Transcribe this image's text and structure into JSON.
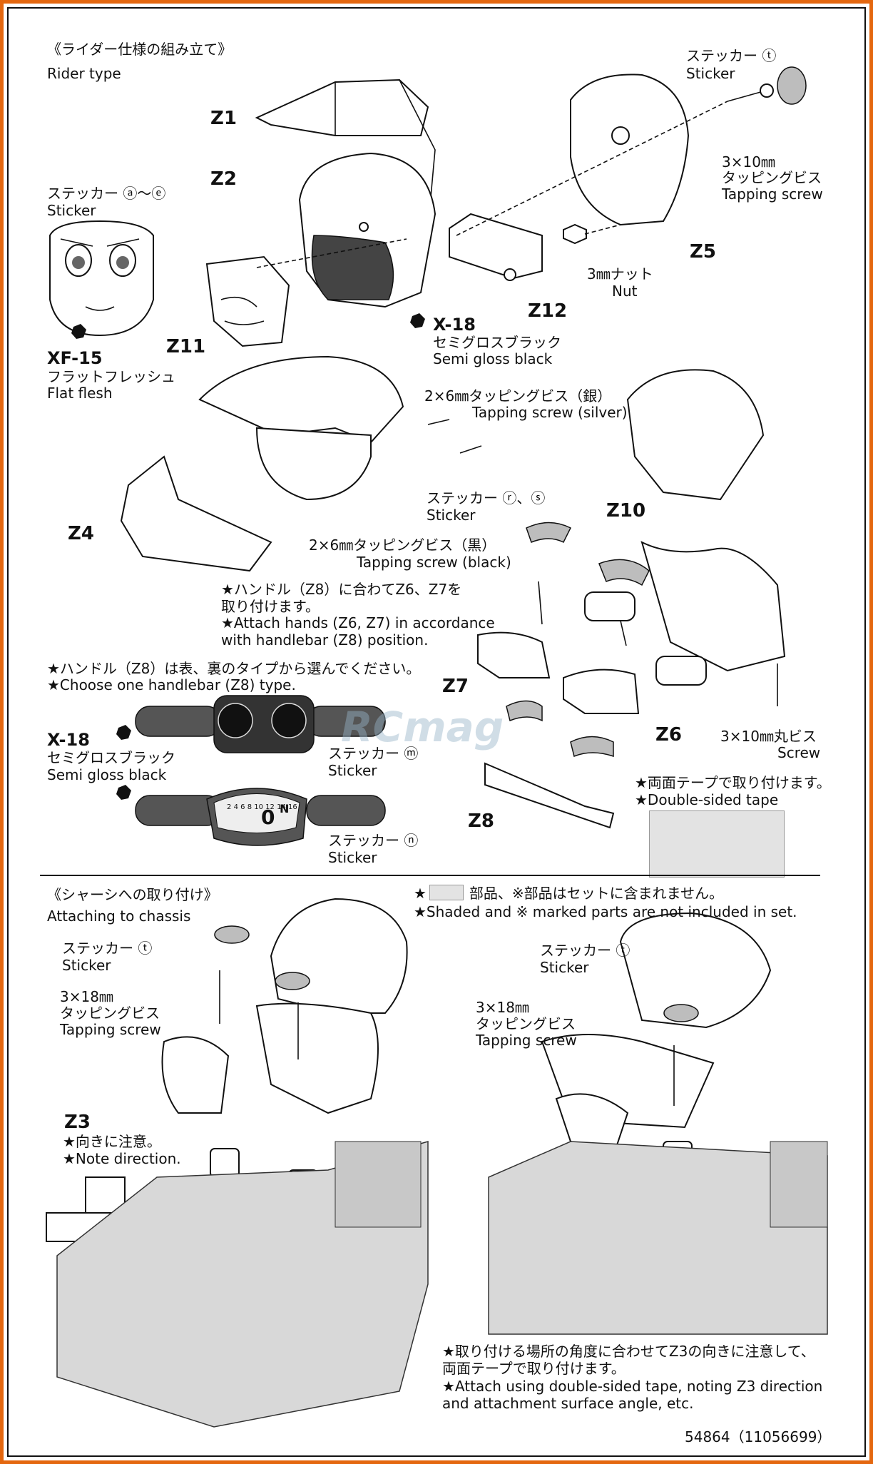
{
  "section1": {
    "title_jp": "《ライダー仕様の組み立て》",
    "title_en": "Rider type"
  },
  "parts": {
    "z1": "Z1",
    "z2": "Z2",
    "z4": "Z4",
    "z5": "Z5",
    "z6": "Z6",
    "z7": "Z7",
    "z8": "Z8",
    "z10": "Z10",
    "z11": "Z11",
    "z12": "Z12",
    "z3": "Z3"
  },
  "labels": {
    "sticker_t_jp": "ステッカー ⓣ",
    "sticker_en": "Sticker",
    "tap10_jp": "3×10㎜",
    "tap10_jp2": "タッピングビス",
    "tap_en": "Tapping screw",
    "sticker_ae_jp": "ステッカー ⓐ～ⓔ",
    "nut_jp": "3㎜ナット",
    "nut_en": "Nut",
    "xf15_code": "XF-15",
    "xf15_jp": "フラットフレッシュ",
    "xf15_en": "Flat flesh",
    "x18_code": "X-18",
    "x18_jp": "セミグロスブラック",
    "x18_en": "Semi gloss black",
    "silver_jp": "2×6㎜タッピングビス（銀）",
    "silver_en": "Tapping screw (silver)",
    "sticker_rs_jp": "ステッカー ⓡ、ⓢ",
    "black_jp": "2×6㎜タッピングビス（黒）",
    "black_en": "Tapping screw (black)",
    "hands_jp1": "★ハンドル（Z8）に合わてZ6、Z7を",
    "hands_jp2": "取り付けます。",
    "hands_en1": "★Attach hands (Z6, Z7) in accordance",
    "hands_en2": "with handlebar (Z8) position.",
    "choose_jp": "★ハンドル（Z8）は表、裏のタイプから選んでください。",
    "choose_en": "★Choose one handlebar (Z8) type.",
    "sticker_m_jp": "ステッカー ⓜ",
    "sticker_n_jp": "ステッカー ⓝ",
    "round_jp": "3×10㎜丸ビス",
    "round_en": "Screw",
    "tape_jp": "★両面テープで取り付けます。",
    "tape_en": "★Double-sided tape",
    "shaded_jp": "★　　　部品、※部品はセットに含まれません。",
    "shaded_en": "★Shaded and ※ marked parts are not included in set.",
    "tap18_jp": "3×18㎜",
    "tap18_jp2": "タッピングビス",
    "dir_jp": "★向きに注意。",
    "dir_en": "★Note direction.",
    "attach_jp1": "★取り付ける場所の角度に合わせてZ3の向きに注意して、",
    "attach_jp2": "両面テープで取り付けます。",
    "attach_en1": "★Attach using double-sided tape, noting Z3 direction",
    "attach_en2": "and attachment surface angle, etc."
  },
  "section2": {
    "title_jp": "《シャーシへの取り付け》",
    "title_en": "Attaching to chassis"
  },
  "gauge_numbers": [
    "2",
    "4",
    "6",
    "8",
    "10",
    "12",
    "14",
    "16"
  ],
  "gauge_display": "0",
  "gauge_gear": "N",
  "footer": "54864（11056699）",
  "watermark": "RCmag",
  "colors": {
    "frame": "#e4670f",
    "paint_dark": "#444444",
    "shade": "#e3e3e3"
  }
}
